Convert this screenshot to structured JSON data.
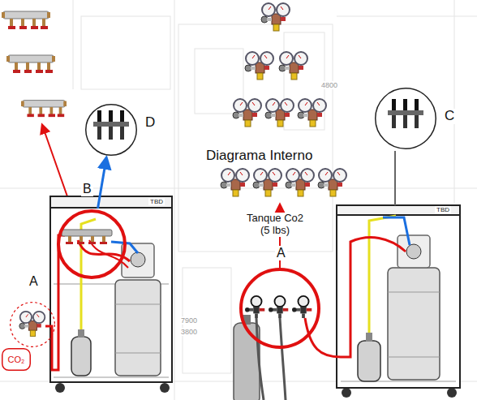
{
  "diagram": {
    "nodes": [
      {
        "text": [
          "D"
        ]
      },
      {
        "text": [
          "B"
        ]
      },
      {
        "text": [
          "A"
        ]
      },
      {
        "text": [
          "CO₂"
        ]
      },
      {
        "text": [
          "C"
        ]
      },
      {
        "text": [
          "A"
        ]
      }
    ],
    "edges": [
      {
        "from": 1,
        "to": 0,
        "arrow": "to"
      }
    ],
    "labels": [
      "Diagrama Interno",
      "Tanque Co2 (5 lbs)",
      "TBD",
      "TBD",
      "7900",
      "3800",
      "4800"
    ]
  }
}
